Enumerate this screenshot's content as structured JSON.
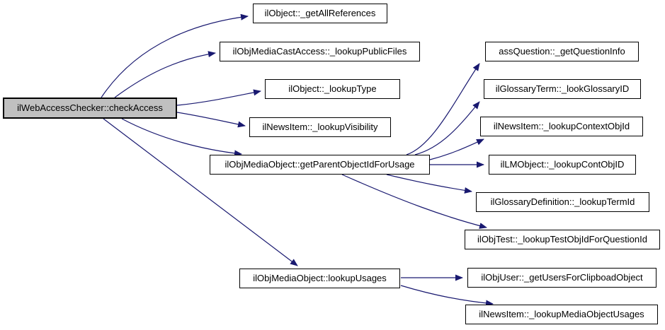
{
  "diagram": {
    "type": "call-graph",
    "edge_color": "#191970",
    "node_fill": "#ffffff",
    "node_border": "#000000",
    "root_fill": "#c0c0c0",
    "nodes": [
      {
        "id": "checkAccess",
        "label": "ilWebAccessChecker::checkAccess",
        "root": true
      },
      {
        "id": "getAllReferences",
        "label": "ilObject::_getAllReferences"
      },
      {
        "id": "lookupPublicFiles",
        "label": "ilObjMediaCastAccess::_lookupPublicFiles"
      },
      {
        "id": "lookupType",
        "label": "ilObject::_lookupType"
      },
      {
        "id": "lookupVisibility",
        "label": "ilNewsItem::_lookupVisibility"
      },
      {
        "id": "getParentObjectIdForUsage",
        "label": "ilObjMediaObject::getParentObjectIdForUsage"
      },
      {
        "id": "lookupUsages",
        "label": "ilObjMediaObject::lookupUsages"
      },
      {
        "id": "getQuestionInfo",
        "label": "assQuestion::_getQuestionInfo"
      },
      {
        "id": "lookGlossaryID",
        "label": "ilGlossaryTerm::_lookGlossaryID"
      },
      {
        "id": "lookupContextObjId",
        "label": "ilNewsItem::_lookupContextObjId"
      },
      {
        "id": "lookupContObjID",
        "label": "ilLMObject::_lookupContObjID"
      },
      {
        "id": "lookupTermId",
        "label": "ilGlossaryDefinition::_lookupTermId"
      },
      {
        "id": "lookupTestObjIdForQuestionId",
        "label": "ilObjTest::_lookupTestObjIdForQuestionId"
      },
      {
        "id": "getUsersForClipboadObject",
        "label": "ilObjUser::_getUsersForClipboadObject"
      },
      {
        "id": "lookupMediaObjectUsages",
        "label": "ilNewsItem::_lookupMediaObjectUsages"
      }
    ],
    "edges": [
      {
        "from": "checkAccess",
        "to": "getAllReferences"
      },
      {
        "from": "checkAccess",
        "to": "lookupPublicFiles"
      },
      {
        "from": "checkAccess",
        "to": "lookupType"
      },
      {
        "from": "checkAccess",
        "to": "lookupVisibility"
      },
      {
        "from": "checkAccess",
        "to": "getParentObjectIdForUsage"
      },
      {
        "from": "checkAccess",
        "to": "lookupUsages"
      },
      {
        "from": "getParentObjectIdForUsage",
        "to": "getQuestionInfo"
      },
      {
        "from": "getParentObjectIdForUsage",
        "to": "lookGlossaryID"
      },
      {
        "from": "getParentObjectIdForUsage",
        "to": "lookupContextObjId"
      },
      {
        "from": "getParentObjectIdForUsage",
        "to": "lookupContObjID"
      },
      {
        "from": "getParentObjectIdForUsage",
        "to": "lookupTermId"
      },
      {
        "from": "getParentObjectIdForUsage",
        "to": "lookupTestObjIdForQuestionId"
      },
      {
        "from": "lookupUsages",
        "to": "getUsersForClipboadObject"
      },
      {
        "from": "lookupUsages",
        "to": "lookupMediaObjectUsages"
      }
    ]
  }
}
